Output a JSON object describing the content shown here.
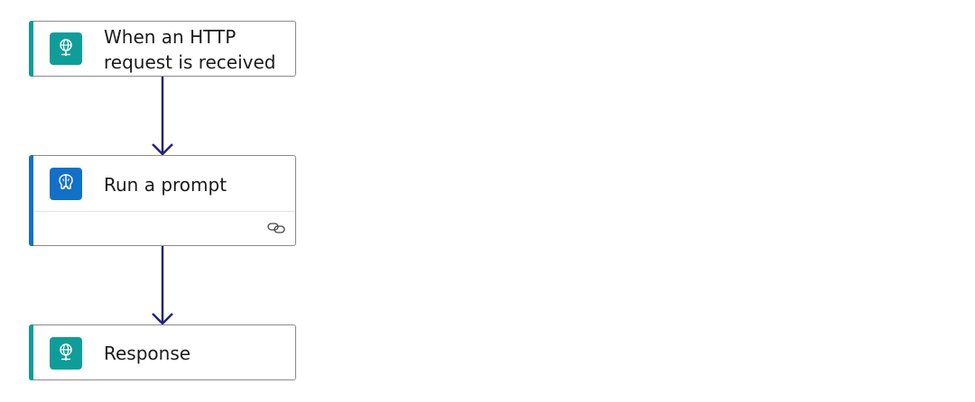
{
  "flow": {
    "steps": [
      {
        "title": "When an HTTP request is received",
        "icon": "globe-icon",
        "accent_color": "#0f9d9a",
        "icon_bg": "#0f9d9a"
      },
      {
        "title": "Run a prompt",
        "icon": "brain-icon",
        "accent_color": "#1270c7",
        "icon_bg": "#1270c7",
        "footer_icon": "link-icon"
      },
      {
        "title": "Response",
        "icon": "globe-icon",
        "accent_color": "#0f9d9a",
        "icon_bg": "#0f9d9a"
      }
    ],
    "connector_color": "#24247a"
  }
}
